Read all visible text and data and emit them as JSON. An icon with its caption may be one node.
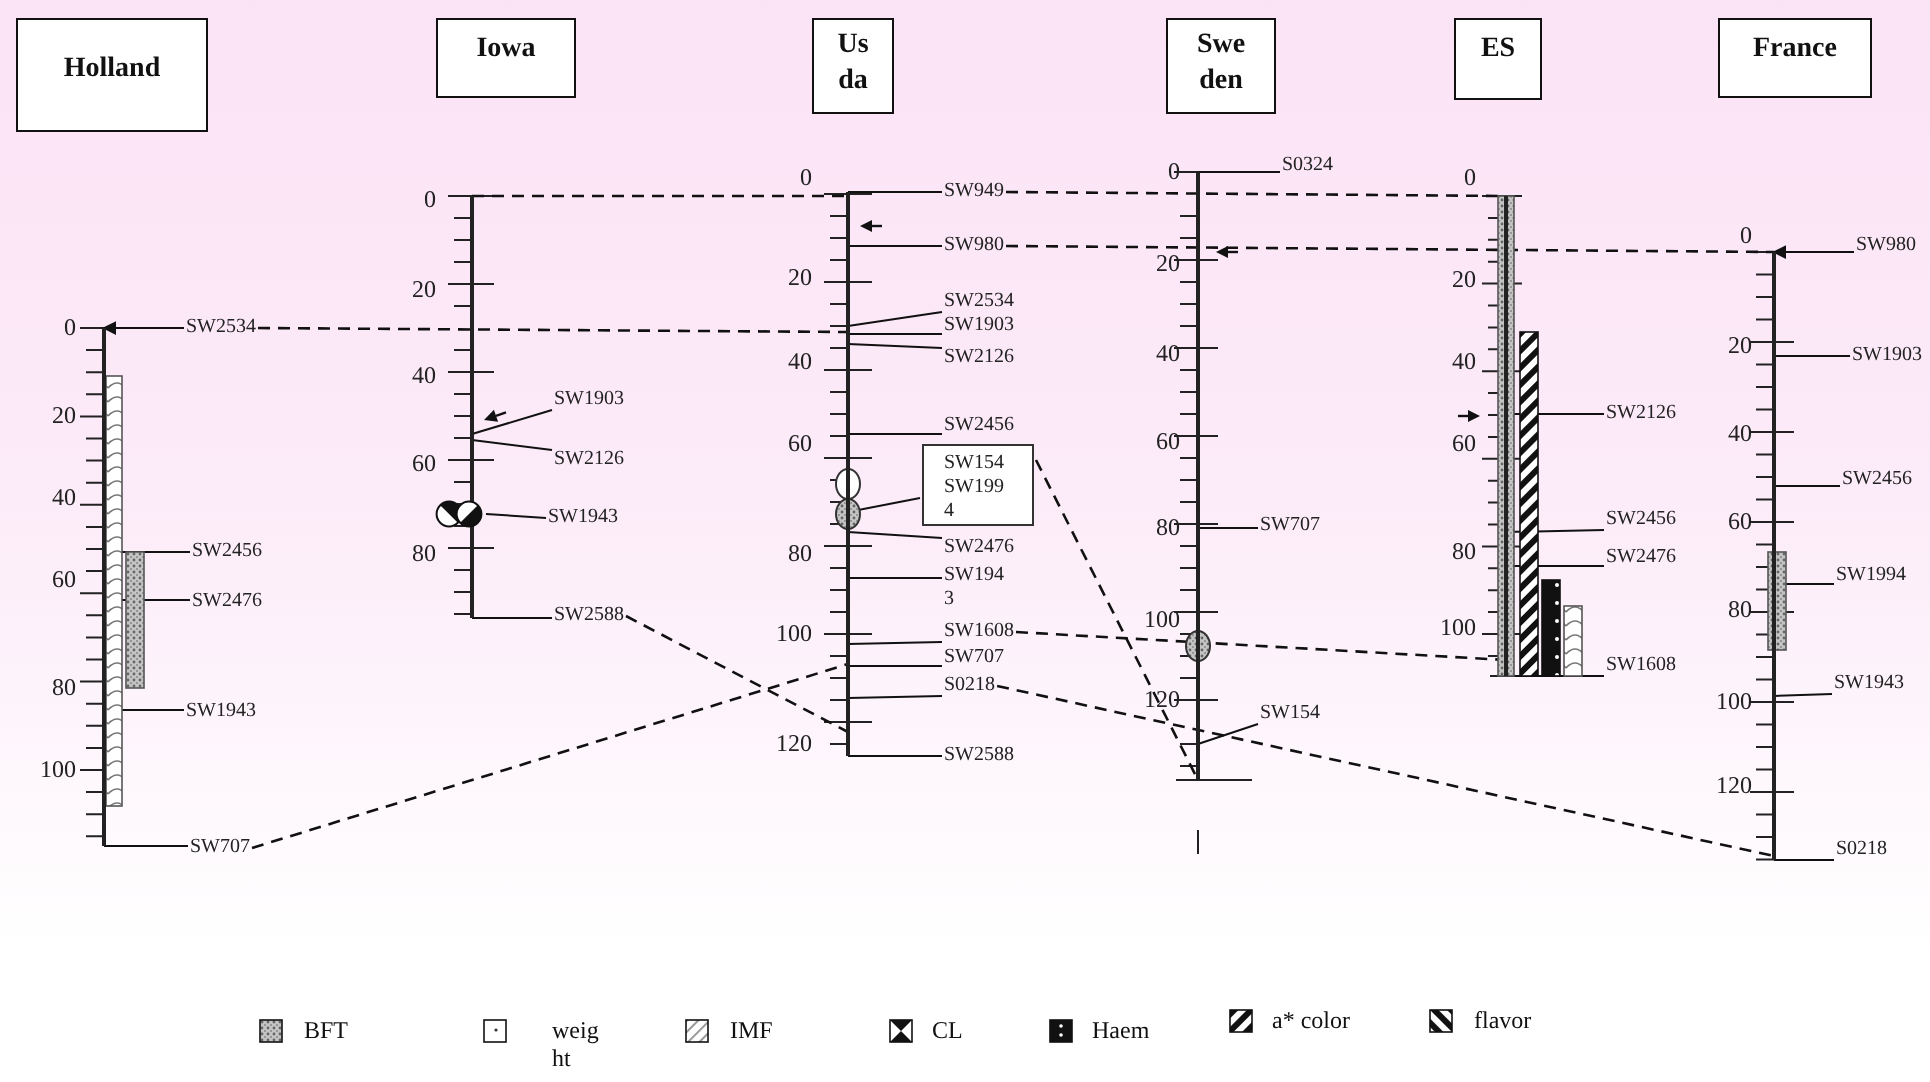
{
  "diagram": {
    "nodes": [
      {
        "text": [
          "Holland"
        ]
      },
      {
        "text": [
          "Iowa"
        ]
      },
      {
        "text": [
          "Usda"
        ]
      },
      {
        "text": [
          "Sweden"
        ]
      },
      {
        "text": [
          "ES"
        ]
      },
      {
        "text": [
          "France"
        ]
      },
      {
        "text": [],
        "shape": "bar",
        "beside": [
          "0",
          "20",
          "40",
          "60",
          "80",
          "100"
        ]
      },
      {
        "text": [],
        "shape": "bar",
        "beside": [
          "0",
          "20",
          "40",
          "60"
        ]
      },
      {
        "text": [],
        "shape": "bar",
        "beside": [
          "0",
          "20",
          "40",
          "60",
          "80",
          "100",
          "120"
        ]
      },
      {
        "text": [],
        "shape": "bar",
        "beside": [
          "0",
          "20",
          "40",
          "60",
          "80",
          "100",
          "120"
        ]
      },
      {
        "text": [],
        "shape": "bar",
        "beside": [
          "0",
          "20",
          "40",
          "60",
          "80",
          "100"
        ]
      },
      {
        "text": [],
        "shape": "bar",
        "beside": [
          "0",
          "20",
          "40",
          "60",
          "80",
          "100",
          "120"
        ]
      },
      {
        "text": [
          "SW2534"
        ]
      },
      {
        "text": [
          "SW2456"
        ]
      },
      {
        "text": [
          "SW2476"
        ]
      },
      {
        "text": [
          "SW1943"
        ]
      },
      {
        "text": [
          "SW707"
        ]
      },
      {
        "text": [
          "SW1903"
        ]
      },
      {
        "text": [
          "SW2126"
        ]
      },
      {
        "text": [
          "SW1943"
        ]
      },
      {
        "text": [
          "SW2588"
        ]
      },
      {
        "text": [
          "SW949"
        ]
      },
      {
        "text": [
          "SW980"
        ]
      },
      {
        "text": [
          "SW2534"
        ]
      },
      {
        "text": [
          "SW1903"
        ]
      },
      {
        "text": [
          "SW2126"
        ]
      },
      {
        "text": [
          "SW2456"
        ]
      },
      {
        "text": [
          "SW154",
          "SW1994"
        ]
      },
      {
        "text": [
          "SW2476"
        ]
      },
      {
        "text": [
          "SW1943"
        ]
      },
      {
        "text": [
          "SW1608"
        ]
      },
      {
        "text": [
          "SW707"
        ]
      },
      {
        "text": [
          "S0218"
        ]
      },
      {
        "text": [
          "SW2588"
        ]
      },
      {
        "text": [
          "S0324"
        ]
      },
      {
        "text": [
          "SW707"
        ]
      },
      {
        "text": [
          "SW154"
        ]
      },
      {
        "text": [
          "SW2126"
        ]
      },
      {
        "text": [
          "SW2456"
        ]
      },
      {
        "text": [
          "SW2476"
        ]
      },
      {
        "text": [
          "SW1608"
        ]
      },
      {
        "text": [
          "SW980"
        ]
      },
      {
        "text": [
          "SW1903"
        ]
      },
      {
        "text": [
          "SW2456"
        ]
      },
      {
        "text": [
          "SW1994"
        ]
      },
      {
        "text": [
          "SW1943"
        ]
      },
      {
        "text": [
          "S0218"
        ]
      },
      {
        "text": [],
        "shape": "circle"
      }
    ],
    "edges": [
      {
        "from": 7,
        "to": 8,
        "arrow": "none",
        "style": "dashed"
      },
      {
        "from": 21,
        "to": 10,
        "arrow": "none",
        "style": "dashed"
      },
      {
        "from": 22,
        "to": 11,
        "arrow": "none",
        "style": "dashed"
      },
      {
        "from": 12,
        "to": 8,
        "arrow": "none",
        "style": "dashed"
      },
      {
        "from": 16,
        "to": 8,
        "arrow": "none",
        "style": "dashed"
      },
      {
        "from": 20,
        "to": 8,
        "arrow": "none",
        "style": "dashed"
      },
      {
        "from": 30,
        "to": 10,
        "arrow": "none",
        "style": "dashed"
      },
      {
        "from": 27,
        "to": 9,
        "arrow": "none",
        "style": "dashed"
      },
      {
        "from": 32,
        "to": 11,
        "arrow": "none",
        "style": "dashed"
      },
      {
        "from": 12,
        "to": 6,
        "arrow": "to"
      },
      {
        "from": 6,
        "to": 13,
        "arrow": "none"
      },
      {
        "from": 6,
        "to": 14,
        "arrow": "none"
      },
      {
        "from": 6,
        "to": 15,
        "arrow": "none"
      },
      {
        "from": 6,
        "to": 16,
        "arrow": "none"
      },
      {
        "from": 7,
        "to": 17,
        "arrow": "none"
      },
      {
        "from": 7,
        "to": 18,
        "arrow": "none"
      },
      {
        "from": 47,
        "to": 19,
        "arrow": "none"
      },
      {
        "from": 7,
        "to": 20,
        "arrow": "none"
      },
      {
        "from": 8,
        "to": 21,
        "arrow": "none"
      },
      {
        "from": 8,
        "to": 22,
        "arrow": "none"
      },
      {
        "from": 8,
        "to": 23,
        "arrow": "none"
      },
      {
        "from": 8,
        "to": 24,
        "arrow": "none"
      },
      {
        "from": 8,
        "to": 25,
        "arrow": "none"
      },
      {
        "from": 8,
        "to": 26,
        "arrow": "none"
      },
      {
        "from": 8,
        "to": 27,
        "arrow": "none"
      },
      {
        "from": 8,
        "to": 28,
        "arrow": "none"
      },
      {
        "from": 8,
        "to": 29,
        "arrow": "none"
      },
      {
        "from": 8,
        "to": 30,
        "arrow": "none"
      },
      {
        "from": 8,
        "to": 31,
        "arrow": "none"
      },
      {
        "from": 8,
        "to": 32,
        "arrow": "none"
      },
      {
        "from": 8,
        "to": 33,
        "arrow": "none"
      },
      {
        "from": 9,
        "to": 34,
        "arrow": "none"
      },
      {
        "from": 9,
        "to": 35,
        "arrow": "none"
      },
      {
        "from": 9,
        "to": 36,
        "arrow": "none"
      },
      {
        "from": 10,
        "to": 37,
        "arrow": "none"
      },
      {
        "from": 10,
        "to": 38,
        "arrow": "none"
      },
      {
        "from": 10,
        "to": 39,
        "arrow": "none"
      },
      {
        "from": 10,
        "to": 40,
        "arrow": "none"
      },
      {
        "from": 41,
        "to": 11,
        "arrow": "to"
      },
      {
        "from": 11,
        "to": 42,
        "arrow": "none"
      },
      {
        "from": 11,
        "to": 43,
        "arrow": "none"
      },
      {
        "from": 11,
        "to": 44,
        "arrow": "none"
      },
      {
        "from": 11,
        "to": 45,
        "arrow": "none"
      },
      {
        "from": 11,
        "to": 46,
        "arrow": "none"
      }
    ],
    "labels": [
      "80"
    ],
    "legend": [
      {
        "text": "BFT"
      },
      {
        "text": "weight"
      },
      {
        "text": "IMF"
      },
      {
        "text": "CL"
      },
      {
        "text": "Haem"
      },
      {
        "text": "a* color"
      },
      {
        "text": "flavor"
      }
    ]
  }
}
